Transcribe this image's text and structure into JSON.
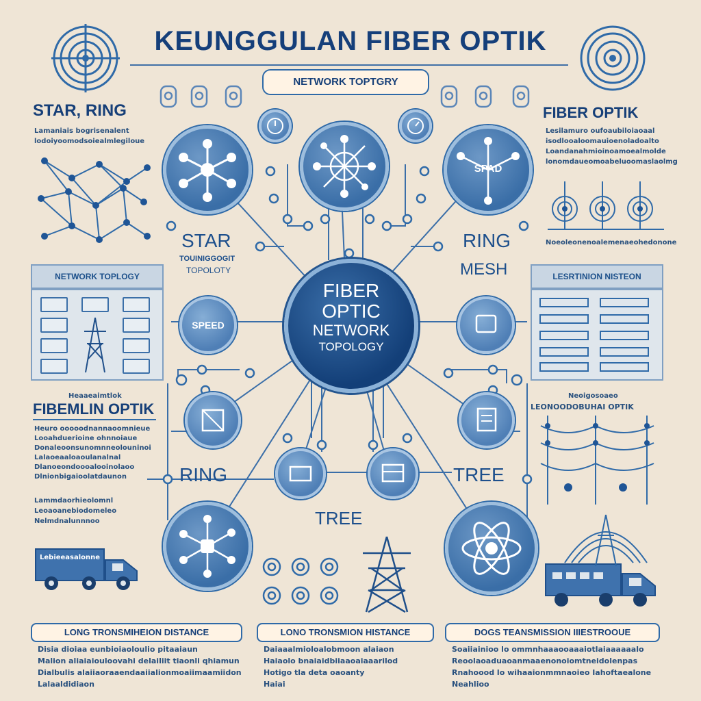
{
  "header": {
    "title": "KEUNGGULAN FIBER OPTIK",
    "subtitle": "NETWORK TOPTGRY"
  },
  "center": {
    "line1": "FIBER",
    "line2": "OPTIC",
    "line3": "NETWORK",
    "line4": "TOPOLOGY"
  },
  "labels": {
    "star": "STAR",
    "star_sub1": "TOUINIGGOGIT",
    "star_sub2": "TOPOLOTY",
    "ring_top": "RING",
    "mesh": "MESH",
    "speed": "SPEED",
    "spad": "SPAD",
    "ring_bottom": "RING",
    "tree_right": "TREE",
    "tree_bottom": "TREE"
  },
  "left_top": {
    "heading": "STAR, RING",
    "lines": [
      "Lamaniais bogrisenalent",
      "lodoiyoomodsoiealmlegiloue"
    ]
  },
  "right_top": {
    "heading": "FIBER OPTIK",
    "lines": [
      "Lesilamuro oufoaubiloiaoaal",
      "isodlooaloomauioenoladoalto",
      "Loandanahmioinoamoealmolde",
      "lonomdaueomoabeluoomaslaolmg"
    ],
    "footer": "Noeoleonenoalemenaeohedonone"
  },
  "left_mid": {
    "panel_title": "NETWORK TOPLOGY"
  },
  "right_mid": {
    "panel_title": "LESRTINION NISTEON"
  },
  "left_low": {
    "heading": "FIBEMLIN OPTIK",
    "kicker": "Heaaeaimtlok",
    "lines": [
      "Heuro ooooodnannaoomnieue",
      "Looahduerioine ohnnoiaue",
      "Donaleoonsunomnneolouninoi",
      "Lalaoeaaloaoulanalnal",
      "Dlanoeondoooalooinolaoo",
      "Dlnionbigaioolatdaunon"
    ],
    "extra": [
      "Lammdaorhieolomnl",
      "Leoaoanebiodomeleo",
      "Nelmdnalunnnoo"
    ]
  },
  "right_low": {
    "heading": "Neoigosoaeo",
    "sub": "LEONOODOBUHAI OPTIK"
  },
  "truck_left": {
    "text": "Lebieeasalonne"
  },
  "bottom": {
    "left": {
      "title": "LONG TRONSMIHEION DISTANCE",
      "bullets": [
        "Disia dioiaa eunbioiaoloulio pitaaiaun",
        "Malion aliaiaiouloovahi delailiit tiaonli qhiamun",
        "Dialbulis alaiiaoraaendaaiialionmoaiimaamiidon",
        "Lalaaldidiaon"
      ]
    },
    "middle": {
      "title": "LONO TRONSMION HISTANCE",
      "bullets": [
        "Daiaaalmioloalobmoon alaiaon",
        "Haiaolo bnaiaidbiiaaoaiaaarilod",
        "Hotigo tla deta oaoanty",
        "Haiai"
      ]
    },
    "right": {
      "title": "DOGS TEANSMISSION IIIESTROOUE",
      "bullets": [
        "Soaiiainioo lo ommnhaaaooaaaiotlaiaaaaaalo",
        "Reoolaoaduaoanmaaenonoiomtneidolenpas",
        "Rnahoood lo wihaaionmmnaoieo Iahoftaealone",
        "Neahlioo"
      ]
    }
  }
}
